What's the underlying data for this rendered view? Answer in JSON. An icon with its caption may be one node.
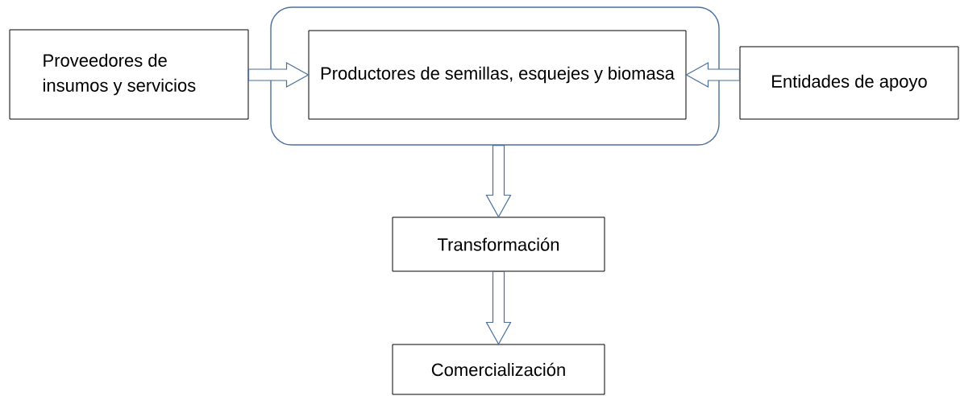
{
  "diagram": {
    "nodes": [
      {
        "text": [
          "Proveedores de insumos y servicios"
        ]
      },
      {
        "text": [],
        "shape": "box"
      },
      {
        "text": [
          "Productores de semillas, esquejes y biomasa"
        ],
        "in": 1
      },
      {
        "text": [
          "Entidades de apoyo"
        ]
      },
      {
        "text": [
          "Transformación"
        ]
      },
      {
        "text": [
          "Comercialización"
        ]
      }
    ],
    "edges": [
      {
        "from": 0,
        "to": 2,
        "arrow": "to"
      },
      {
        "from": 3,
        "to": 2,
        "arrow": "to"
      },
      {
        "from": 1,
        "to": 4,
        "arrow": "to"
      },
      {
        "from": 4,
        "to": 5,
        "arrow": "to"
      }
    ]
  }
}
